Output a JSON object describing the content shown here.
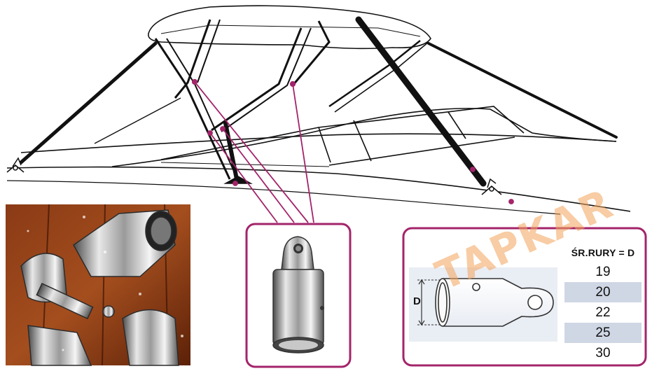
{
  "spec_table": {
    "header": "ŚR.RURY = D",
    "rows": [
      "19",
      "20",
      "22",
      "25",
      "30"
    ]
  },
  "dimension_label": "D",
  "watermark": "TAPKAR",
  "colors": {
    "callout_line": "#a3246a",
    "frame": "#a3246a",
    "table_stripe": "#cfd6e4",
    "watermark": "#f4a45a"
  }
}
